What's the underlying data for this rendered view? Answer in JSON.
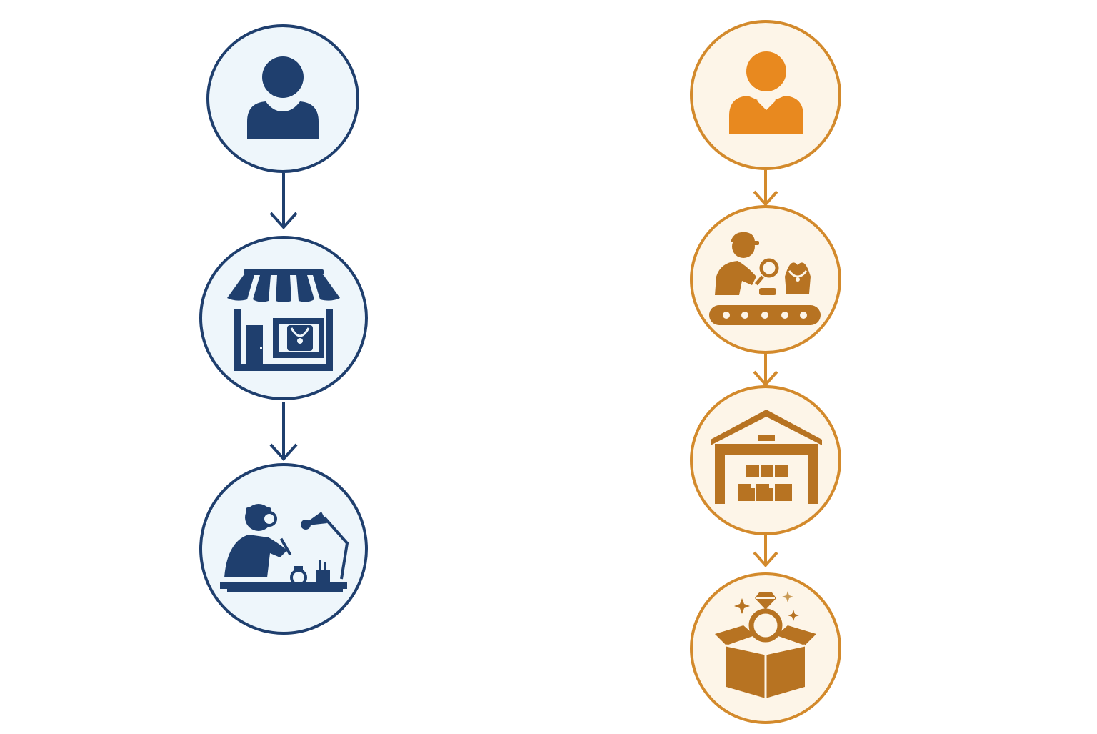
{
  "colors": {
    "blue_stroke": "#1f3f6e",
    "blue_fill_bg": "#eef6fb",
    "orange_stroke": "#d38a2c",
    "orange_person": "#e8891f",
    "orange_icon": "#b77322",
    "orange_fill_bg": "#fdf5e8"
  },
  "flows": [
    {
      "id": "left",
      "theme": "blue",
      "steps": [
        {
          "id": "customer",
          "icon": "person-icon"
        },
        {
          "id": "store",
          "icon": "jewelry-storefront-icon"
        },
        {
          "id": "jeweler",
          "icon": "jeweler-workbench-icon"
        }
      ]
    },
    {
      "id": "right",
      "theme": "orange",
      "steps": [
        {
          "id": "customer",
          "icon": "person-with-collar-icon"
        },
        {
          "id": "inspection",
          "icon": "inspector-conveyor-icon"
        },
        {
          "id": "warehouse",
          "icon": "warehouse-boxes-icon"
        },
        {
          "id": "delivery",
          "icon": "ring-in-box-icon"
        }
      ]
    }
  ]
}
